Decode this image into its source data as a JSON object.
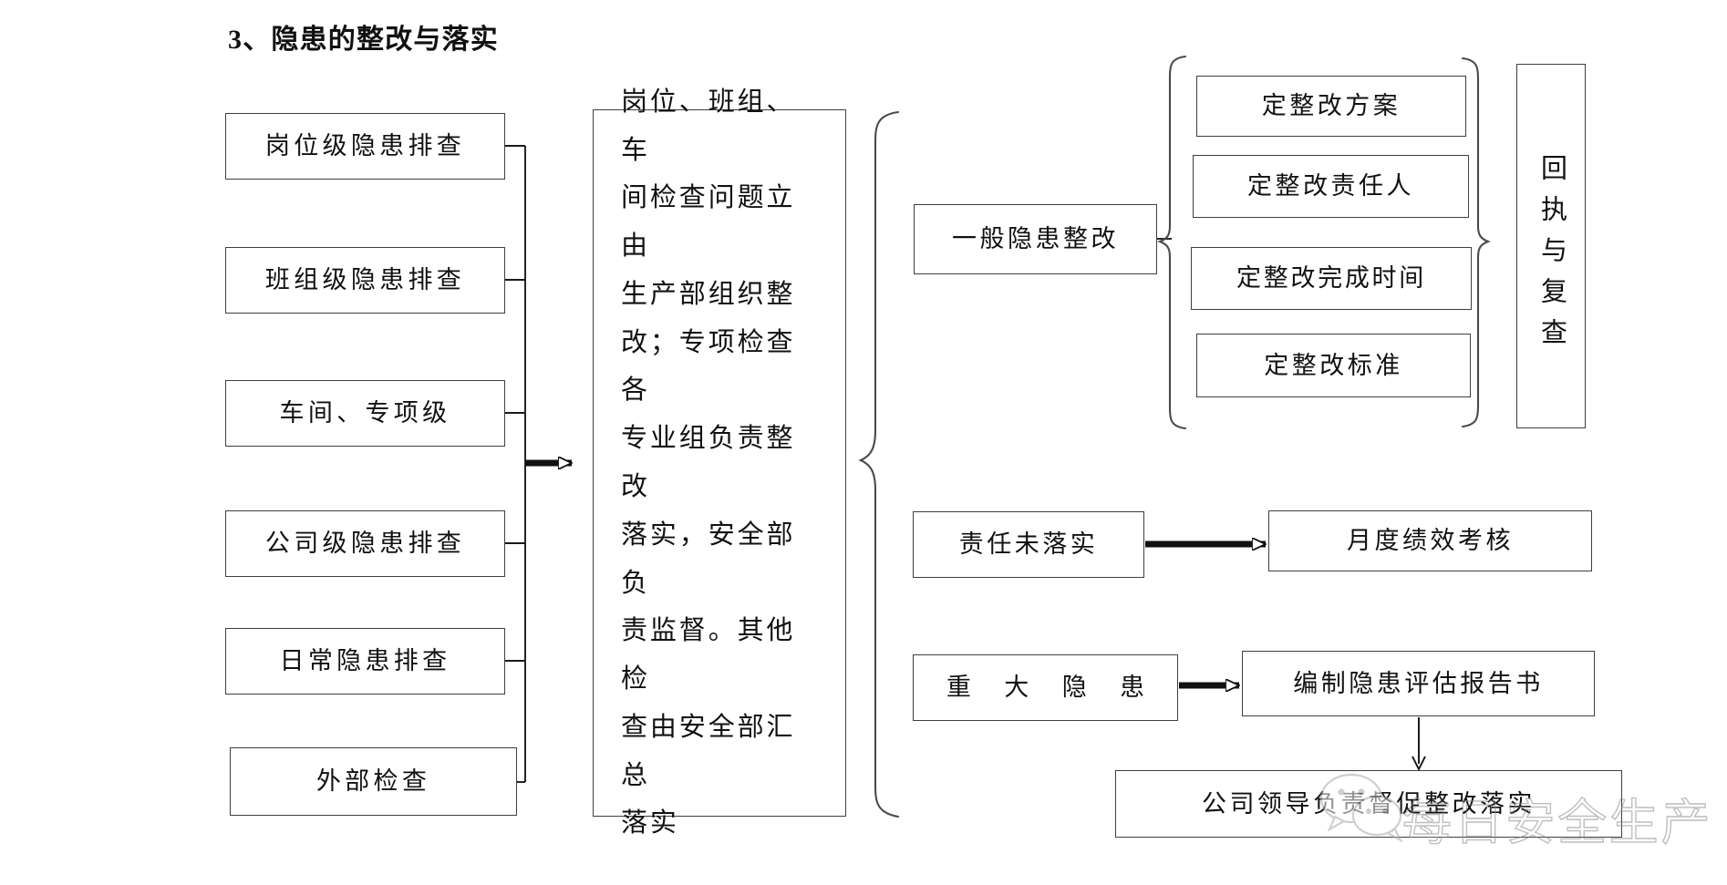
{
  "title": "3、隐患的整改与落实",
  "left_column": {
    "items": [
      {
        "label": "岗位级隐患排查"
      },
      {
        "label": "班组级隐患排查"
      },
      {
        "label": "车间、专项级"
      },
      {
        "label": "公司级隐患排查"
      },
      {
        "label": "日常隐患排查"
      },
      {
        "label": "外部检查"
      }
    ]
  },
  "center": {
    "lines": [
      "岗位、班组、车",
      "间检查问题立由",
      "生产部组织整",
      "改；专项检查各",
      "专业组负责整改",
      "落实，安全部负",
      "责监督。其他检",
      "查由安全部汇总",
      "落实"
    ],
    "full_text": "岗位、班组、车间检查问题立由生产部组织整改；专项检查各专业组负责整改落实，安全部负责监督。其他检查由安全部汇总落实"
  },
  "right": {
    "general_rectification": "一般隐患整改",
    "rectification_details": [
      "定整改方案",
      "定整改责任人",
      "定整改完成时间",
      "定整改标准"
    ],
    "receipt_review": "回执与复查",
    "responsibility_row": {
      "source": "责任未落实",
      "target": "月度绩效考核"
    },
    "major_hazard_row": {
      "source": "重 大 隐 患",
      "target": "编制隐患评估报告书",
      "bottom": "公司领导负责督促整改落实"
    }
  },
  "watermark": {
    "text": "每日安全生产",
    "icon": "wechat-icon"
  },
  "colors": {
    "stroke": "#3f3f3f",
    "line": "#1a1a1a",
    "background": "#ffffff",
    "text": "#111111",
    "watermark": "#8a8a8a"
  }
}
